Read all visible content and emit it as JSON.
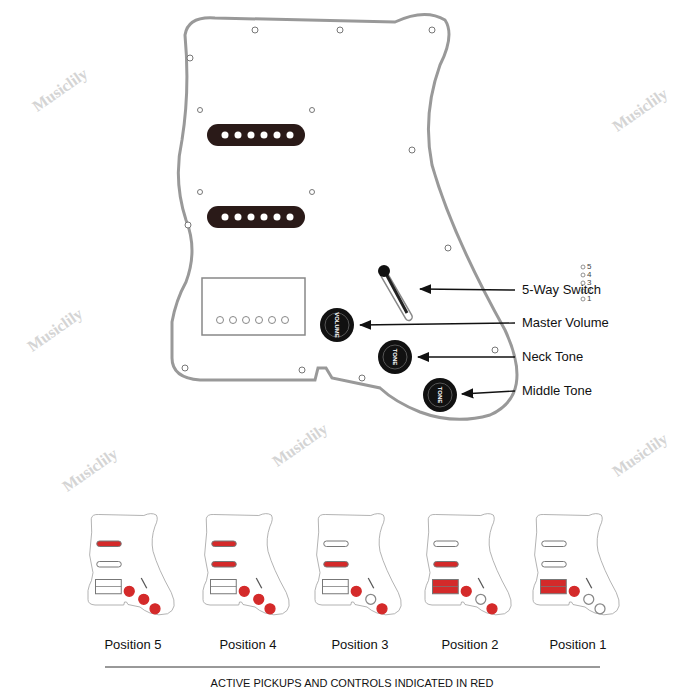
{
  "diagram": {
    "labels": [
      "5-Way Switch",
      "5",
      "4",
      "3",
      "2",
      "1",
      "Master Volume",
      "Neck Tone",
      "Middle Tone",
      "VOLUME",
      "TONE",
      "TONE",
      "Position 5",
      "Position 4",
      "Position 3",
      "Position 2",
      "Position 1",
      "ACTIVE PICKUPS AND CONTROLS INDICATED IN RED",
      "Musiclily",
      "Musiclily",
      "Musiclily",
      "Musiclily",
      "Musiclily",
      "Musiclily"
    ]
  }
}
